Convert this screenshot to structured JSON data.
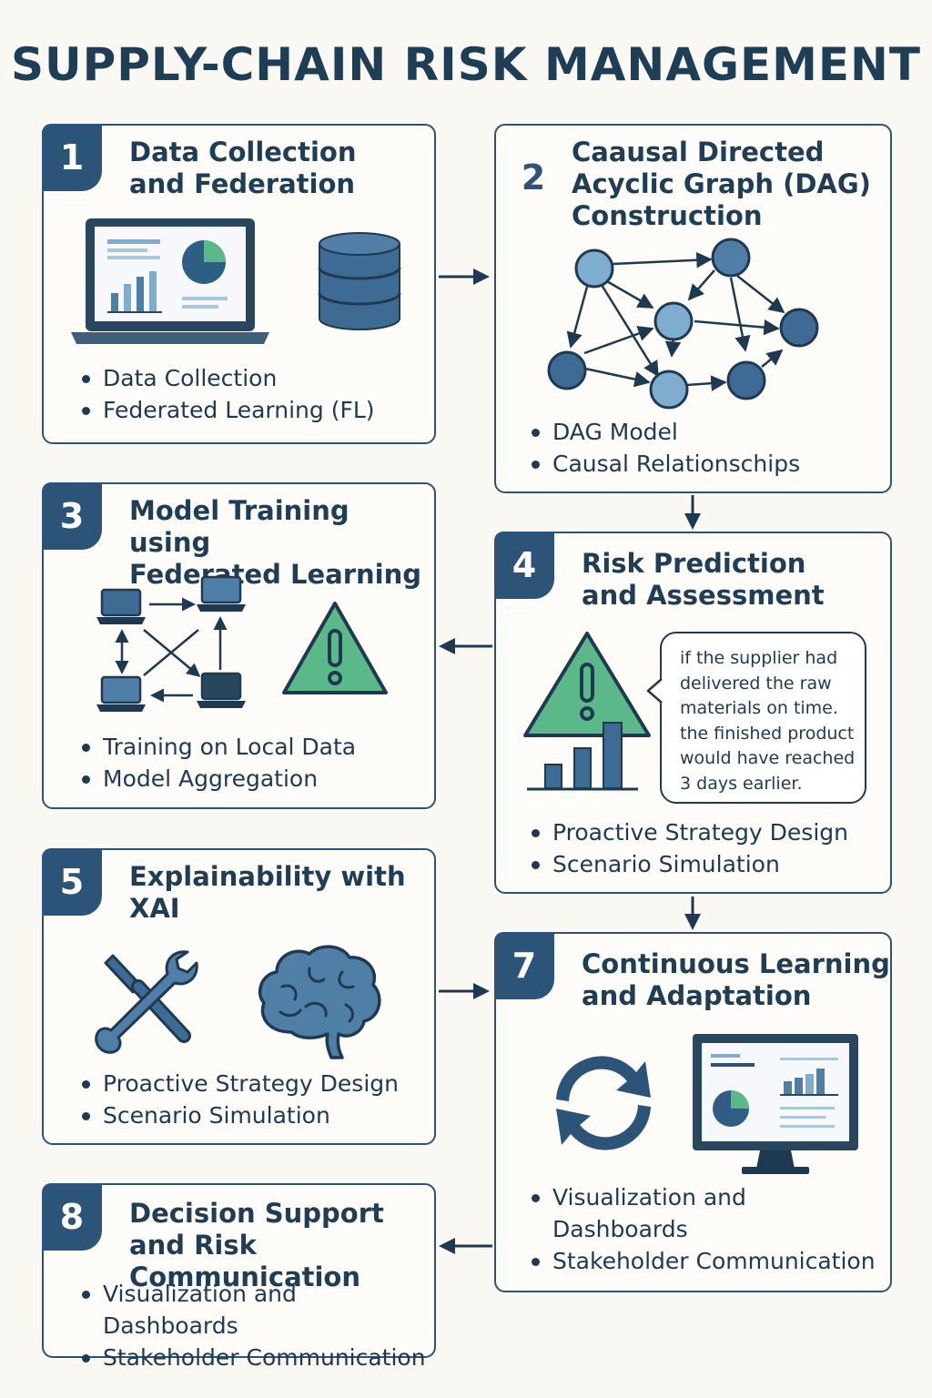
{
  "title": "SUPPLY-CHAIN RISK MANAGEMENT",
  "steps": [
    {
      "number": "1",
      "title_lines": [
        "Data Collection",
        "and Federation"
      ],
      "bullets": [
        "Data Collection",
        "Federated Learning (FL)"
      ]
    },
    {
      "number": "2",
      "title_lines": [
        "Caausal Directed",
        "Acyclic Graph (DAG)",
        "Construction"
      ],
      "bullets": [
        "DAG Model",
        "Causal Relationschips"
      ]
    },
    {
      "number": "3",
      "title_lines": [
        "Model Training using",
        "Federated Learning"
      ],
      "bullets": [
        "Training on Local Data",
        "Model Aggregation"
      ]
    },
    {
      "number": "4",
      "title_lines": [
        "Risk Prediction",
        "and Assessment"
      ],
      "bullets": [
        "Proactive Strategy Design",
        "Scenario Simulation"
      ],
      "callout_lines": [
        "if the supplier had",
        "delivered the raw",
        "materials on time.",
        "the finished product",
        "would have reached",
        "3 days earlier."
      ]
    },
    {
      "number": "5",
      "title_lines": [
        "Explainability with",
        "XAI"
      ],
      "bullets": [
        "Proactive Strategy Design",
        "Scenario Simulation"
      ]
    },
    {
      "number": "7",
      "title_lines": [
        "Continuous Learning",
        "and Adaptation"
      ],
      "bullets": [
        "Visualization and",
        "Dashboards",
        "Stakeholder Communication"
      ]
    },
    {
      "number": "8",
      "title_lines": [
        "Decision Support",
        "and Risk Communication"
      ],
      "bullets": [
        "Visualization and Dashboards",
        "Stakeholder Communication"
      ]
    }
  ],
  "icons": {
    "step1": [
      "laptop-dashboard-icon",
      "database-icon"
    ],
    "step2": [
      "dag-graph-icon"
    ],
    "step3": [
      "federated-network-icon",
      "warning-icon"
    ],
    "step4": [
      "warning-bar-chart-icon",
      "speech-bubble-icon"
    ],
    "step5": [
      "tools-icon",
      "brain-icon"
    ],
    "step7": [
      "refresh-cycle-icon",
      "monitor-dashboard-icon"
    ]
  },
  "colors": {
    "navy": "#2c5478",
    "steel_blue": "#4f7fa6",
    "light_blue": "#7fadd0",
    "green": "#5bb888",
    "ink": "#1f3a50"
  }
}
